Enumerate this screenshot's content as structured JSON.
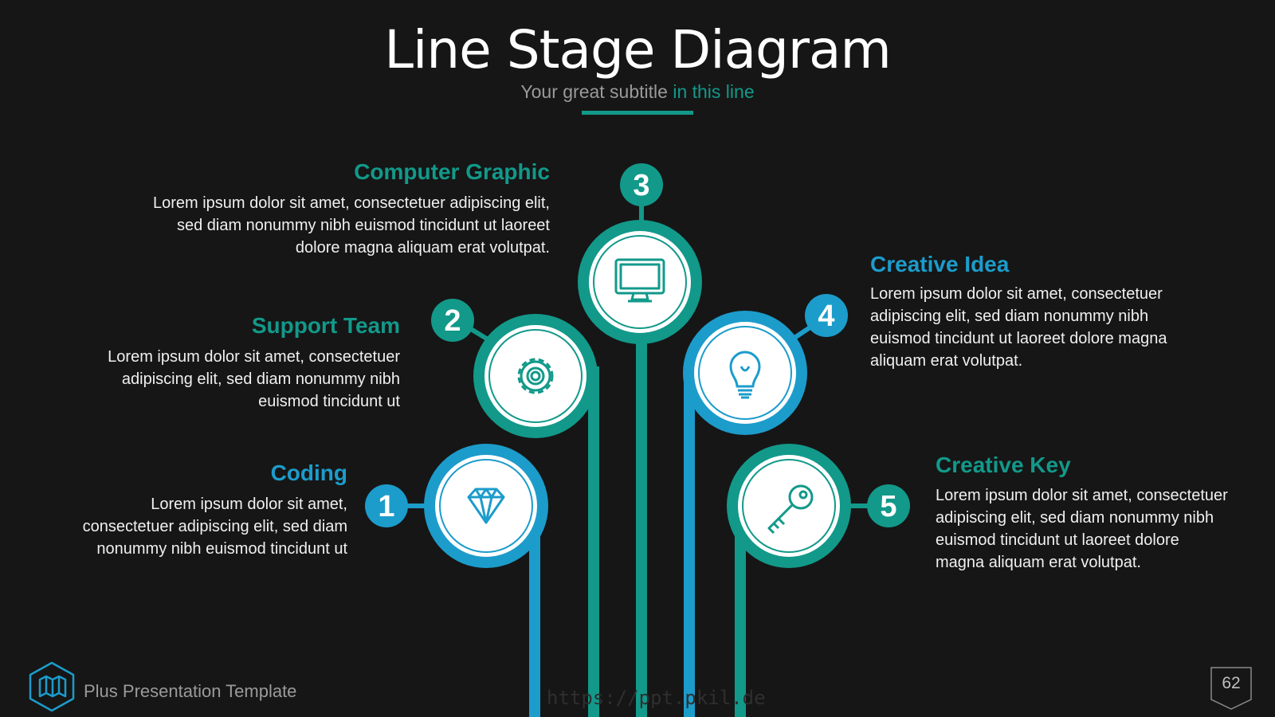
{
  "header": {
    "title": "Line Stage Diagram",
    "subtitle_prefix": "Your great subtitle ",
    "subtitle_accent": "in this line"
  },
  "stages": [
    {
      "number": "1",
      "title": "Coding",
      "description": "Lorem ipsum dolor sit amet, consectetuer adipiscing elit, sed diam nonummy nibh euismod tincidunt ut",
      "icon": "diamond-icon",
      "color": "#1c9ccb"
    },
    {
      "number": "2",
      "title": "Support Team",
      "description": "Lorem ipsum dolor sit amet, consectetuer adipiscing elit, sed diam nonummy nibh euismod tincidunt ut",
      "icon": "gear-icon",
      "color": "#12998a"
    },
    {
      "number": "3",
      "title": "Computer Graphic",
      "description": "Lorem ipsum dolor sit amet, consectetuer adipiscing elit, sed diam nonummy nibh euismod tincidunt ut laoreet dolore magna aliquam erat volutpat.",
      "icon": "monitor-icon",
      "color": "#12998a"
    },
    {
      "number": "4",
      "title": "Creative Idea",
      "description": "Lorem ipsum dolor sit amet, consectetuer adipiscing elit, sed diam nonummy nibh euismod tincidunt ut laoreet dolore magna aliquam erat volutpat.",
      "icon": "lightbulb-icon",
      "color": "#1c9ccb"
    },
    {
      "number": "5",
      "title": "Creative Key",
      "description": "Lorem ipsum dolor sit amet, consectetuer adipiscing elit, sed diam nonummy nibh euismod tincidunt ut laoreet dolore magna aliquam erat volutpat.",
      "icon": "key-icon",
      "color": "#12998a"
    }
  ],
  "footer": {
    "template_name": "Plus Presentation Template",
    "logo_icon": "map-icon",
    "watermark": "https://ppt.pkil.de",
    "page_number": "62"
  },
  "colors": {
    "teal": "#12998a",
    "blue": "#1c9ccb",
    "background": "#161616"
  }
}
